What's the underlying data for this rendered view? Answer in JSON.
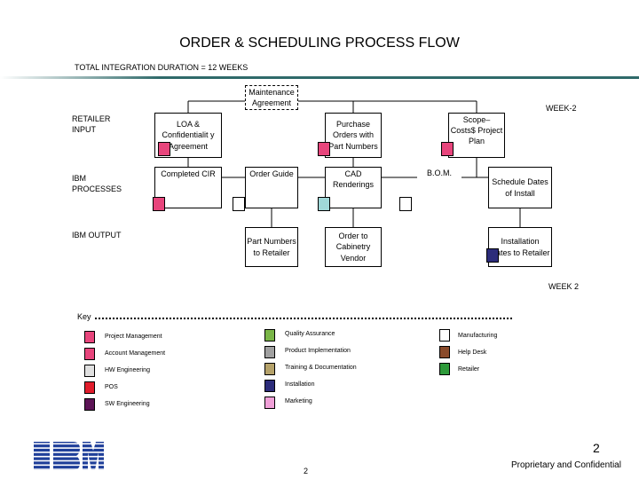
{
  "title": "ORDER & SCHEDULING PROCESS FLOW",
  "subtitle": "TOTAL INTEGRATION DURATION = 12 WEEKS",
  "rows": {
    "retailer_input": "RETAILER INPUT",
    "ibm_processes": "IBM PROCESSES",
    "ibm_output": "IBM OUTPUT"
  },
  "week_start": "WEEK-2",
  "week_end": "WEEK 2",
  "boxes": {
    "maintenance": "Maintenance Agreement",
    "loa": "LOA & Confidentialit y Agreement",
    "completed_cir": "Completed CIR",
    "order_guide": "Order Guide",
    "part_numbers": "Part Numbers to Retailer",
    "purchase_orders": "Purchase Orders with Part Numbers",
    "cad": "CAD Renderings",
    "order_vendor": "Order to Cabinetry Vendor",
    "bom": "B.O.M.",
    "scope": "Scope– Costs$ Project Plan",
    "schedule": "Schedule Dates of Install",
    "install_dates": "Installation Dates to Retailer"
  },
  "key": {
    "label": "Key",
    "items": [
      {
        "label": "Project Management",
        "color": "#e8457c"
      },
      {
        "label": "Account Management",
        "color": "#e8457c"
      },
      {
        "label": "HW Engineering",
        "color": "#e0e0e0"
      },
      {
        "label": "POS",
        "color": "#e11d2c"
      },
      {
        "label": "SW Engineering",
        "color": "#5c1456"
      },
      {
        "label": "Quality Assurance",
        "color": "#7ab648"
      },
      {
        "label": "Product Implementation",
        "color": "#a0a0a0"
      },
      {
        "label": "Training & Documentation",
        "color": "#b5a26a"
      },
      {
        "label": "Installation",
        "color": "#2c2c7a"
      },
      {
        "label": "Marketing",
        "color": "#f0a0d8"
      },
      {
        "label": "Manufacturing",
        "color": "#ffffff"
      },
      {
        "label": "Help Desk",
        "color": "#8a4a2a"
      },
      {
        "label": "Retailer",
        "color": "#2e9a3a"
      }
    ]
  },
  "logo": "IBM",
  "page_number_top": "2",
  "page_number_bottom": "2",
  "footer": "Proprietary and Confidential"
}
